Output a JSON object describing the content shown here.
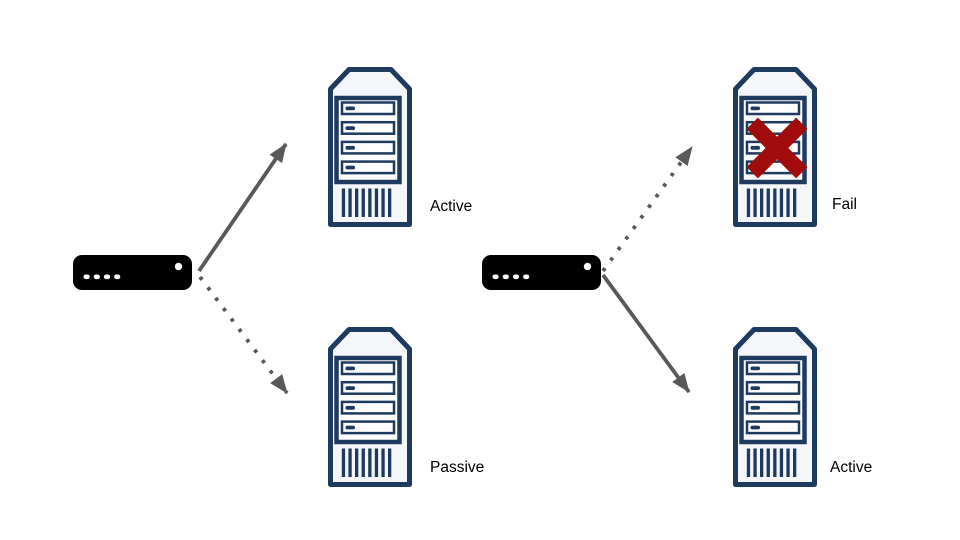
{
  "diagram": {
    "type": "failover-topology",
    "colors": {
      "background": "#ffffff",
      "server_stroke": "#1e3a5f",
      "server_fill": "#f4f6f9",
      "device_fill": "#000000",
      "arrow": "#595959",
      "fail_x": "#a00c0c",
      "label_text": "#000000"
    },
    "left_cluster": {
      "device": {
        "icon": "network-device-icon"
      },
      "connections": [
        {
          "to": "Active",
          "line": "solid"
        },
        {
          "to": "Passive",
          "line": "dotted"
        }
      ],
      "servers": [
        {
          "label": "Active",
          "failed": false
        },
        {
          "label": "Passive",
          "failed": false
        }
      ]
    },
    "right_cluster": {
      "device": {
        "icon": "network-device-icon"
      },
      "connections": [
        {
          "to": "Fail",
          "line": "dotted"
        },
        {
          "to": "Active",
          "line": "solid"
        }
      ],
      "servers": [
        {
          "label": "Fail",
          "failed": true
        },
        {
          "label": "Active",
          "failed": false
        }
      ]
    }
  }
}
